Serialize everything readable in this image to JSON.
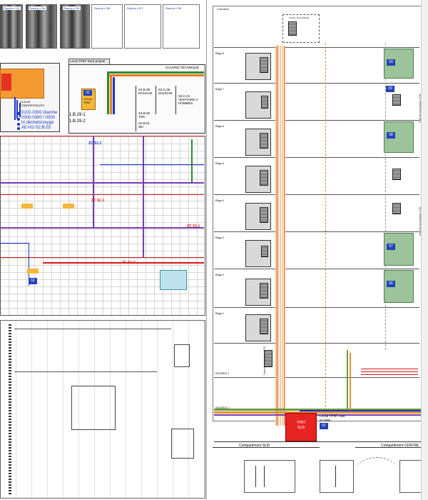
{
  "photos": [
    {
      "caption": "Repère n°52"
    },
    {
      "caption": "Repère n°54"
    },
    {
      "caption": "Repère n°55"
    },
    {
      "caption": "Repère n°56"
    },
    {
      "caption": "Repère n°57"
    },
    {
      "caption": "Repère n°58"
    }
  ],
  "plan_left": {
    "room_compresseurs": "S2.B.03\nCOMPRESSEURS",
    "ref_1": "0102-0300 (karche",
    "ref_2": "0300-0300 / 0300",
    "ref_3": "tri déchets/oxygé",
    "ref_4": "AE-H2-S2.B.03",
    "local_tpbt_title": "Local TPBT Nord projeté",
    "galerie": "GALERIE TECHNIQUE",
    "local_tpbt": "LOCAL\nTPBT",
    "badge_02": "02",
    "douche_a": "S2.B.39\nDOUCHE",
    "douche_b": "S2.C.06\nDOUCHE",
    "vestiaire": "S2.C.01\nVESTIAIRE C\nHOMMES",
    "ref_b1": "1.B.29-1",
    "ref_b2": "1.B.29-2",
    "toil": "S2.B.06\nTOIL",
    "wc": "S2.B.01\nWC",
    "zc_a": "ZC S1.2",
    "zc_b": "ZC S1.1",
    "zc_c": "ZC S1.1",
    "zc_d": "ZC S1.3",
    "badge_62": "62"
  },
  "synoptic": {
    "floors": [
      "Étage 8",
      "Étage 7",
      "Étage 6",
      "Étage 5",
      "Étage 4",
      "Étage 3",
      "Étage 2",
      "Étage 1",
      "SOUSSOL 1",
      "SOUSSOL 2"
    ],
    "badges": [
      "09",
      "09",
      "08",
      "07",
      "06"
    ],
    "galerie_vertical": "Galerie technique UTE",
    "tpbt_sud": "TPBT\nSUD",
    "local_tpbt_sud": "Local TPBT sud\nà créer",
    "badge_01": "01",
    "compartment_sud": "Compartiment SUD",
    "compartment_centre": "Compartiment CENTRE",
    "local_technique": "LOCAL TECHNIQUE"
  }
}
